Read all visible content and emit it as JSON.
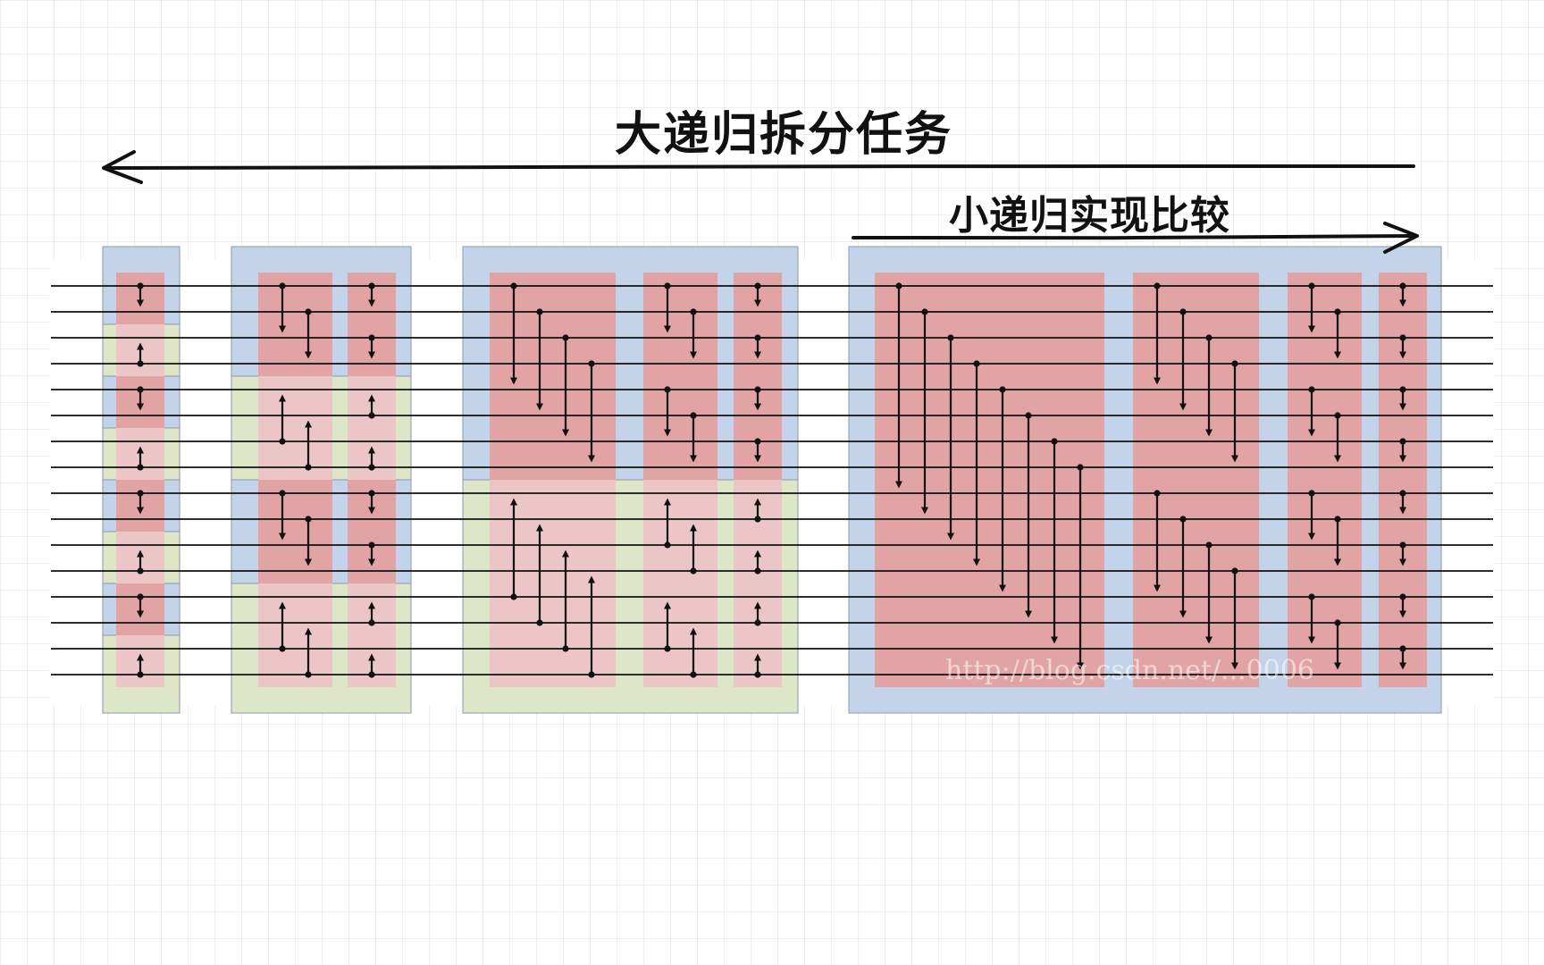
{
  "labels": {
    "top_arrow_text": "大递归拆分任务",
    "bottom_arrow_text": "小递归实现比较"
  },
  "watermark": "http://blog.csdn.net/...0006",
  "colors": {
    "paper_grid": "#e3e3e3",
    "paper_background": "#ffffff",
    "blue_block": "#c3d4ea",
    "green_block": "#dde6c6",
    "red_block": "#e2a3a4",
    "pink_block": "#ecc6c6",
    "wire": "#111111",
    "block_border": "#9aa6b8"
  },
  "stages": [
    {
      "name": "stage-1",
      "block_size": 2
    },
    {
      "name": "stage-2",
      "block_size": 4
    },
    {
      "name": "stage-3",
      "block_size": 8
    },
    {
      "name": "stage-4",
      "block_size": 16
    }
  ],
  "wires": 16
}
